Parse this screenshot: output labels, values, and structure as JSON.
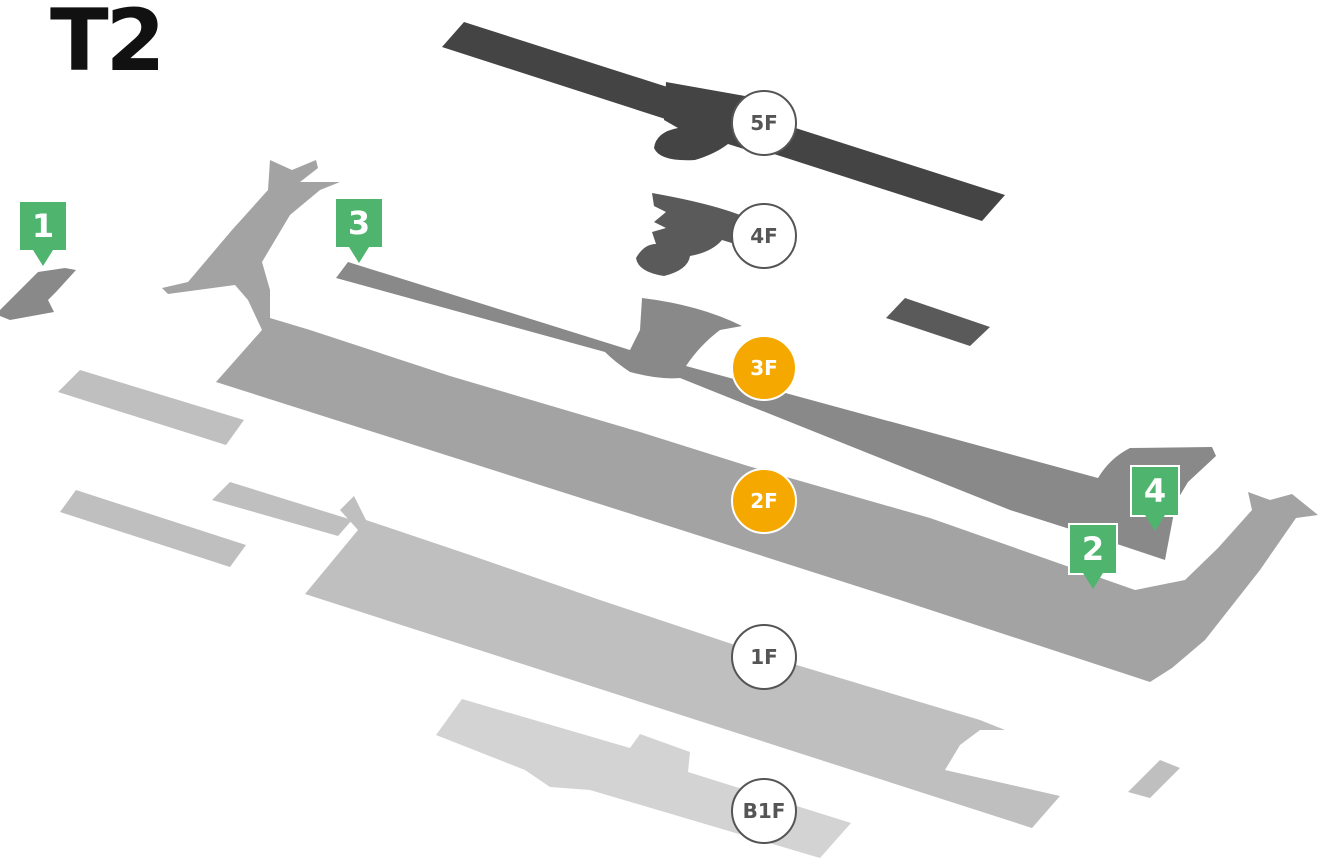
{
  "terminal": {
    "title": "T2"
  },
  "floors": [
    {
      "id": "5F",
      "label": "5F",
      "active": false
    },
    {
      "id": "4F",
      "label": "4F",
      "active": false
    },
    {
      "id": "3F",
      "label": "3F",
      "active": true
    },
    {
      "id": "2F",
      "label": "2F",
      "active": true
    },
    {
      "id": "1F",
      "label": "1F",
      "active": false
    },
    {
      "id": "B1F",
      "label": "B1F",
      "active": false
    }
  ],
  "markers": [
    {
      "label": "1",
      "floor": "3F"
    },
    {
      "label": "2",
      "floor": "2F"
    },
    {
      "label": "3",
      "floor": "3F"
    },
    {
      "label": "4",
      "floor": "3F"
    }
  ],
  "colors": {
    "floor_5F": "#444444",
    "floor_4F": "#5a5a5a",
    "floor_3F": "#898989",
    "floor_2F": "#a3a3a3",
    "floor_1F": "#bfbfbf",
    "floor_B1F": "#d3d3d3",
    "active_badge": "#f5a800",
    "marker": "#4fb56e"
  }
}
